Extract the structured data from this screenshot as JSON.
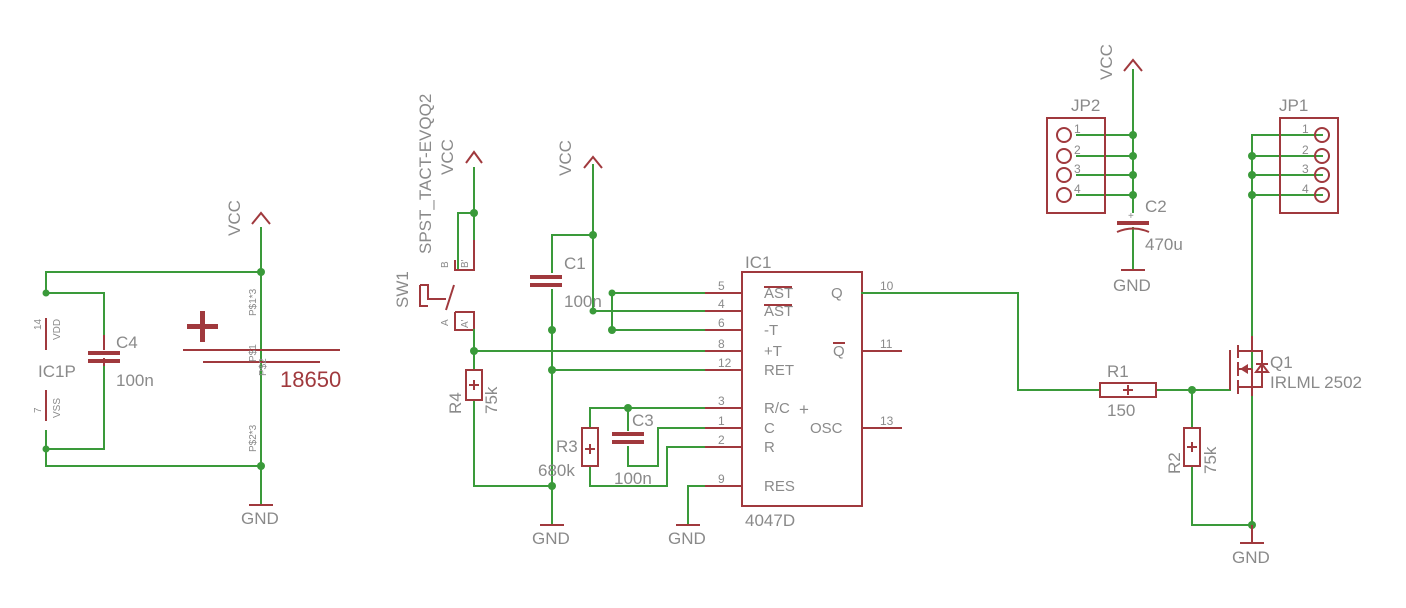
{
  "colors": {
    "wire": "#3a9a3a",
    "symbol": "#a0393d",
    "text": "#8a8a8a"
  },
  "power": {
    "vcc": "VCC",
    "gnd": "GND"
  },
  "battery": {
    "pin1": "P$1*3",
    "pin2": "P$2*3",
    "mid_a": "P$1",
    "mid_b": "P$2",
    "label": "18650"
  },
  "ic1p": {
    "name": "IC1P",
    "vdd_num": "14",
    "vdd": "VDD",
    "vss_num": "7",
    "vss": "VSS"
  },
  "c4": {
    "name": "C4",
    "value": "100n"
  },
  "sw1": {
    "name": "SW1",
    "part": "SPST_TACT-EVQQ2",
    "pin_b": "B",
    "pin_b2": "B'",
    "pin_a": "A",
    "pin_a2": "A'"
  },
  "c1": {
    "name": "C1",
    "value": "100n"
  },
  "r4": {
    "name": "R4",
    "value": "75k"
  },
  "r3": {
    "name": "R3",
    "value": "680k"
  },
  "c3": {
    "name": "C3",
    "value": "100n"
  },
  "ic1": {
    "name": "IC1",
    "part": "4047D",
    "left_pins": [
      {
        "num": "5",
        "label": "AST"
      },
      {
        "num": "4",
        "label": "AST"
      },
      {
        "num": "6",
        "label": "-T"
      },
      {
        "num": "8",
        "label": "+T"
      },
      {
        "num": "12",
        "label": "RET"
      },
      {
        "num": "3",
        "label": "R/C"
      },
      {
        "num": "1",
        "label": "C"
      },
      {
        "num": "2",
        "label": "R"
      },
      {
        "num": "9",
        "label": "RES"
      }
    ],
    "right_pins": [
      {
        "num": "10",
        "label": "Q"
      },
      {
        "num": "11",
        "label": "Q"
      },
      {
        "num": "13",
        "label": "OSC"
      }
    ]
  },
  "r1": {
    "name": "R1",
    "value": "150"
  },
  "r2": {
    "name": "R2",
    "value": "75k"
  },
  "q1": {
    "name": "Q1",
    "part": "IRLML 2502"
  },
  "jp2": {
    "name": "JP2",
    "pins": [
      "1",
      "2",
      "3",
      "4"
    ]
  },
  "c2": {
    "name": "C2",
    "value": "470u"
  },
  "jp1": {
    "name": "JP1",
    "pins": [
      "1",
      "2",
      "3",
      "4"
    ]
  }
}
